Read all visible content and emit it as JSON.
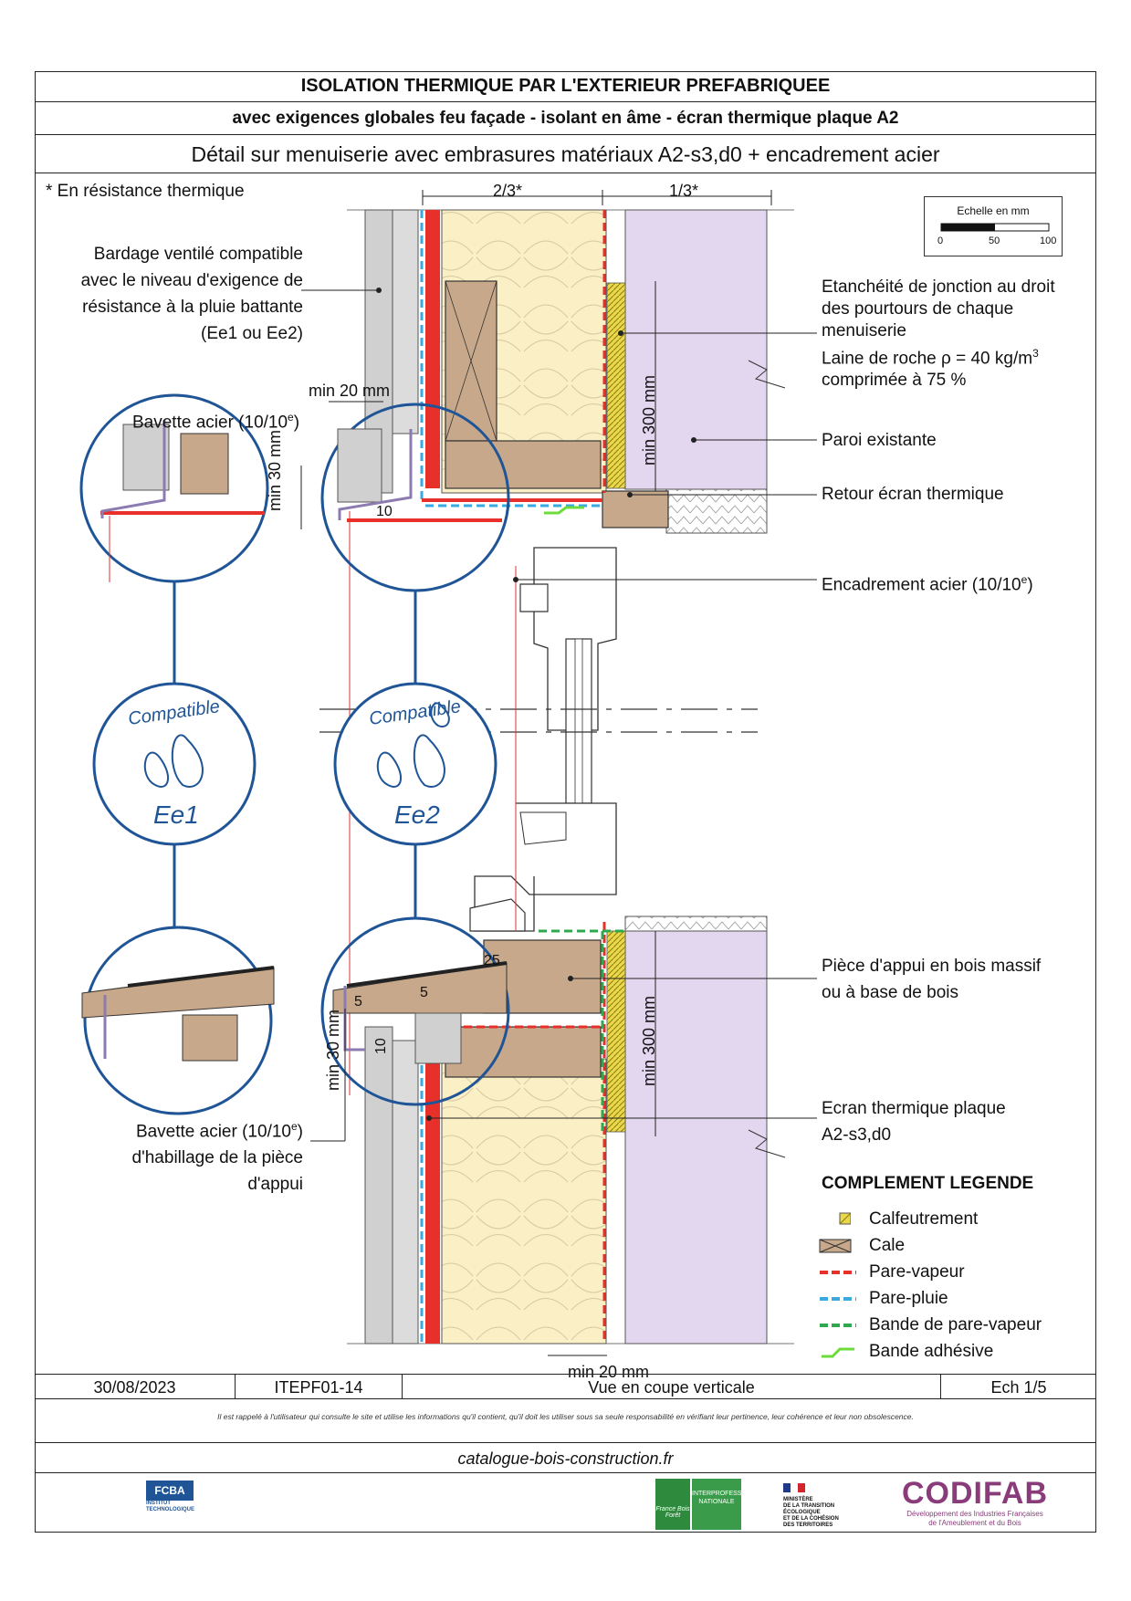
{
  "header": {
    "title": "ISOLATION THERMIQUE PAR L'EXTERIEUR PREFABRIQUEE",
    "subtitle": "avec exigences globales feu façade - isolant en âme - écran thermique plaque A2",
    "detail": "Détail sur menuiserie avec embrasures matériaux A2-s3,d0 + encadrement acier"
  },
  "note": "* En résistance thermique",
  "dims": {
    "two_thirds": "2/3*",
    "one_third": "1/3*",
    "min20_top": "min 20 mm",
    "min30_top": "min 30 mm",
    "ten_top": "10",
    "min300_top": "min 300 mm",
    "twentyfive": "25",
    "five_a": "5",
    "five_b": "5",
    "min30_bottom": "min 30 mm",
    "ten_bottom": "10",
    "min300_bottom": "min 300 mm",
    "min20_bottom": "min 20 mm"
  },
  "scale": {
    "title": "Echelle en mm",
    "t0": "0",
    "t50": "50",
    "t100": "100"
  },
  "labels": {
    "bardage": "Bardage ventilé compatible\navec le niveau d'exigence de\nrésistance à la pluie battante\n(Ee1 ou Ee2)",
    "bavette_top_a": "Bavette acier (10/10",
    "bavette_top_sup": "e",
    "bavette_top_b": ")",
    "etancheite_l1": "Etanchéité de jonction au droit",
    "etancheite_l2": "des pourtours de chaque",
    "etancheite_l3": "menuiserie",
    "laine_a": "Laine de roche ",
    "laine_rho": "ρ",
    "laine_b": " = 40 kg/m",
    "laine_sup": "3",
    "laine_l2": "comprimée à 75 %",
    "paroi": "Paroi existante",
    "retour": "Retour écran thermique",
    "encadrement_a": "Encadrement acier (10/10",
    "encadrement_sup": "e",
    "encadrement_b": ")",
    "piece_l1": "Pièce d'appui en bois massif",
    "piece_l2": "ou à base de bois",
    "ecran_l1": "Ecran thermique plaque",
    "ecran_l2": "A2-s3,d0",
    "bavette_bot_a": "Bavette acier (10/10",
    "bavette_bot_sup": "e",
    "bavette_bot_b": ")",
    "bavette_bot_l2": "d'habillage de la pièce",
    "bavette_bot_l3": "d'appui"
  },
  "badges": {
    "compatible1": "Compatible",
    "ee1": "Ee1",
    "compatible2": "Compatible",
    "ee2": "Ee2"
  },
  "legend": {
    "title": "COMPLEMENT LEGENDE",
    "items": [
      "Calfeutrement",
      "Cale",
      "Pare-vapeur",
      "Pare-pluie",
      "Bande de pare-vapeur",
      "Bande adhésive"
    ]
  },
  "colors": {
    "insulation": "#fbefc6",
    "wall": "#e3d7f0",
    "wood": "#c8a88a",
    "cladding": "#d0d0d0",
    "pare_vapeur": "#e8302a",
    "pare_pluie": "#39a9e0",
    "bande_pv": "#2fa84f",
    "bande_adhesive": "#6bdc3c",
    "circle": "#1f5596",
    "calfeutrement": "#e8d84a"
  },
  "footer": {
    "date": "30/08/2023",
    "ref": "ITEPF01-14",
    "view": "Vue en coupe verticale",
    "scale": "Ech 1/5",
    "disclaimer": "Il est rappelé à l'utilisateur qui consulte le site et utilise les informations qu'il contient, qu'il doit les utiliser sous sa seule responsabilité en vérifiant leur pertinence, leur cohérence et leur non obsolescence.",
    "site": "catalogue-bois-construction.fr"
  },
  "logos": {
    "fcba": "FCBA",
    "fcba_sub": "INSTITUT\nTECHNOLOGIQUE",
    "fbf": "France Bois Forêt",
    "interpro": "INTERPROFESSION\nNATIONALE",
    "ministere": "MINISTÈRE\nDE LA TRANSITION\nÉCOLOGIQUE\nET DE LA COHÉSION\nDES TERRITOIRES",
    "codifab": "CODIFAB",
    "codifab_sub": "Développement des Industries Françaises\nde l'Ameublement et du Bois"
  }
}
